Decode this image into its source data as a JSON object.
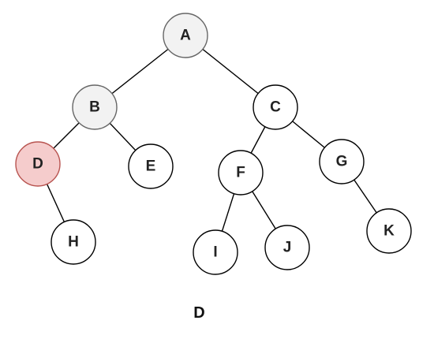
{
  "tree": {
    "nodes": [
      {
        "id": "A",
        "label": "A",
        "state": "visited"
      },
      {
        "id": "B",
        "label": "B",
        "state": "visited"
      },
      {
        "id": "C",
        "label": "C",
        "state": "default"
      },
      {
        "id": "D",
        "label": "D",
        "state": "current"
      },
      {
        "id": "E",
        "label": "E",
        "state": "default"
      },
      {
        "id": "F",
        "label": "F",
        "state": "default"
      },
      {
        "id": "G",
        "label": "G",
        "state": "default"
      },
      {
        "id": "H",
        "label": "H",
        "state": "default"
      },
      {
        "id": "I",
        "label": "I",
        "state": "default"
      },
      {
        "id": "J",
        "label": "J",
        "state": "default"
      },
      {
        "id": "K",
        "label": "K",
        "state": "default"
      }
    ],
    "edges": [
      [
        "A",
        "B"
      ],
      [
        "A",
        "C"
      ],
      [
        "B",
        "D"
      ],
      [
        "B",
        "E"
      ],
      [
        "C",
        "F"
      ],
      [
        "C",
        "G"
      ],
      [
        "D",
        "H"
      ],
      [
        "F",
        "I"
      ],
      [
        "F",
        "J"
      ],
      [
        "G",
        "K"
      ]
    ],
    "colors": {
      "visited_fill": "#f2f2f2",
      "visited_stroke": "#666666",
      "current_fill": "#f5cccc",
      "current_stroke": "#b85450",
      "default_fill": "#ffffff",
      "default_stroke": "#000000",
      "edge": "#000000"
    }
  },
  "caption": "D"
}
